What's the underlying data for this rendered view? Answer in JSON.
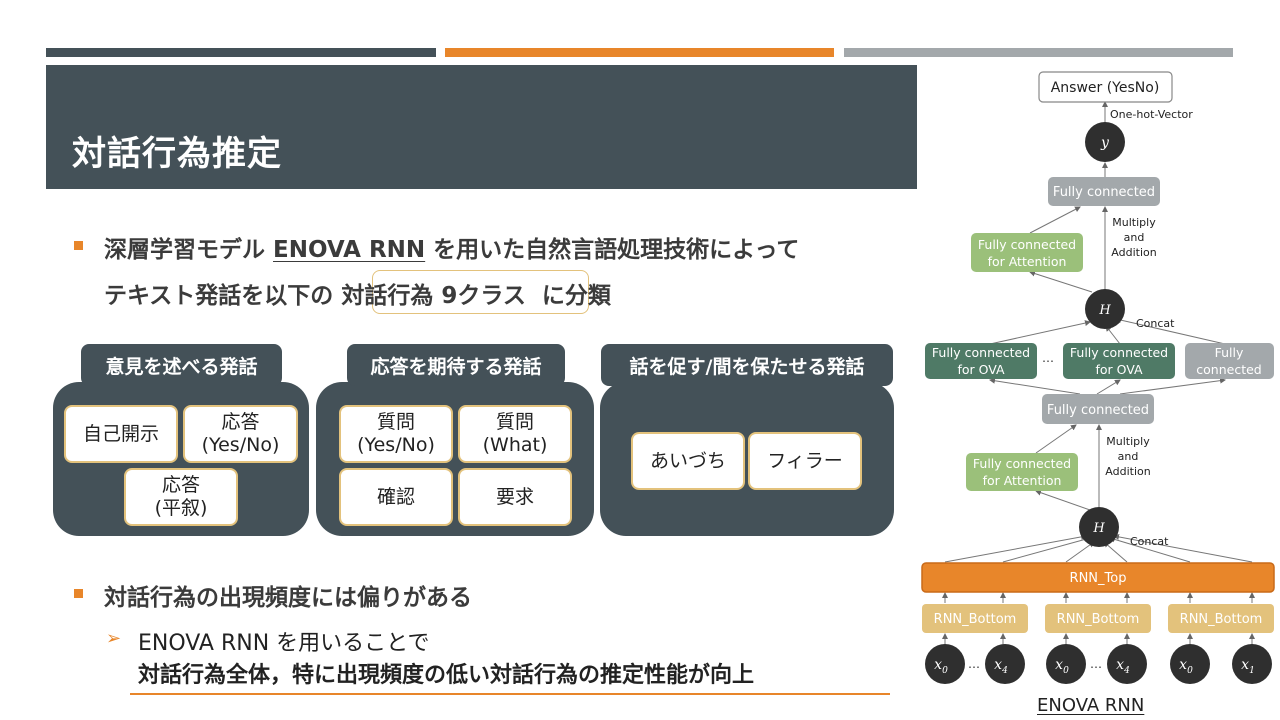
{
  "colors": {
    "slate": "#445158",
    "orange": "#e8862a",
    "gray": "#a3a8ab",
    "gold": "#e3c27c",
    "green_light": "#9bc07a",
    "green_dark": "#4f7a66"
  },
  "title": "対話行為推定",
  "bullet1": {
    "line1_pre": "深層学習モデル ",
    "line1_link": "ENOVA RNN",
    "line1_post": " を用いた自然言語処理技術によって",
    "line2_pre": "テキスト発話を以下の",
    "line2_highlight": "対話行為 9クラス",
    "line2_post": "に分類"
  },
  "groups": [
    {
      "header": "意見を述べる発話",
      "cards": [
        {
          "l1": "自己開示",
          "l2": ""
        },
        {
          "l1": "応答",
          "l2": "(Yes/No)"
        },
        {
          "l1": "応答",
          "l2": "(平叙)"
        }
      ]
    },
    {
      "header": "応答を期待する発話",
      "cards": [
        {
          "l1": "質問",
          "l2": "(Yes/No)"
        },
        {
          "l1": "質問",
          "l2": "(What)"
        },
        {
          "l1": "確認",
          "l2": ""
        },
        {
          "l1": "要求",
          "l2": ""
        }
      ]
    },
    {
      "header": "話を促す/間を保たせる発話",
      "cards": [
        {
          "l1": "あいづち",
          "l2": ""
        },
        {
          "l1": "フィラー",
          "l2": ""
        }
      ]
    }
  ],
  "bullet2": {
    "text": "対話行為の出現頻度には偏りがある",
    "sub_line1": "ENOVA RNN を用いることで",
    "sub_line2": "対話行為全体，特に出現頻度の低い対話行為の推定性能が向上"
  },
  "diagram": {
    "answer": "Answer (YesNo)",
    "one_hot": "One-hot-Vector",
    "y": "y",
    "fc": "Fully connected",
    "fc_attention_l1": "Fully connected",
    "fc_attention_l2": "for Attention",
    "multiply_l1": "Multiply",
    "multiply_l2": "and",
    "multiply_l3": "Addition",
    "H": "H",
    "concat": "Concat",
    "ova_l1": "Fully connected",
    "ova_l2": "for OVA",
    "ellipsis": "…",
    "fc_gray_l1": "Fully",
    "fc_gray_l2": "connected",
    "rnn_top": "RNN_Top",
    "rnn_bottom": "RNN_Bottom",
    "x0": "x",
    "x0_sub": "0",
    "x4": "x",
    "x4_sub": "4",
    "x1": "x",
    "x1_sub": "1",
    "caption": "ENOVA RNN"
  }
}
